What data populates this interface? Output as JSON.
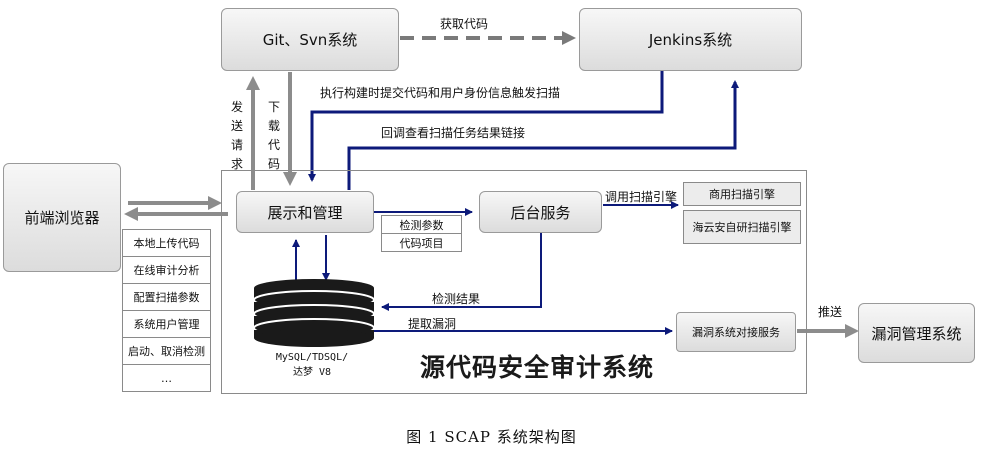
{
  "nodes": {
    "git_svn": "Git、Svn系统",
    "jenkins": "Jenkins系统",
    "browser": "前端浏览器",
    "display": "展示和管理",
    "backend": "后台服务",
    "commercial_engine": "商用扫描引擎",
    "haiyun_engine": "海云安自研扫描引擎",
    "vuln_connector": "漏洞系统对接服务",
    "vuln_mgmt": "漏洞管理系统",
    "db_line1": "MySQL/TDSQL/",
    "db_line2": "达梦 V8"
  },
  "params": [
    "检测参数",
    "代码项目"
  ],
  "browser_features": [
    "本地上传代码",
    "在线审计分析",
    "配置扫描参数",
    "系统用户管理",
    "启动、取消检测",
    "…"
  ],
  "edges": {
    "fetch_code": "获取代码",
    "trigger_scan": "执行构建时提交代码和用户身份信息触发扫描",
    "callback_link": "回调查看扫描任务结果链接",
    "send_request": [
      "发",
      "送",
      "请",
      "求"
    ],
    "download_code": [
      "下",
      "载",
      "代",
      "码"
    ],
    "call_engine": "调用扫描引擎",
    "detect_result": "检测结果",
    "fetch_vuln": "提取漏洞",
    "push": "推送"
  },
  "system_title": "源代码安全审计系统",
  "caption": "图 1 SCAP 系统架构图",
  "colors": {
    "navy": "#0d1a7a",
    "gray_arrow": "#8c8c8c",
    "dashed": "#7a7a7a"
  }
}
